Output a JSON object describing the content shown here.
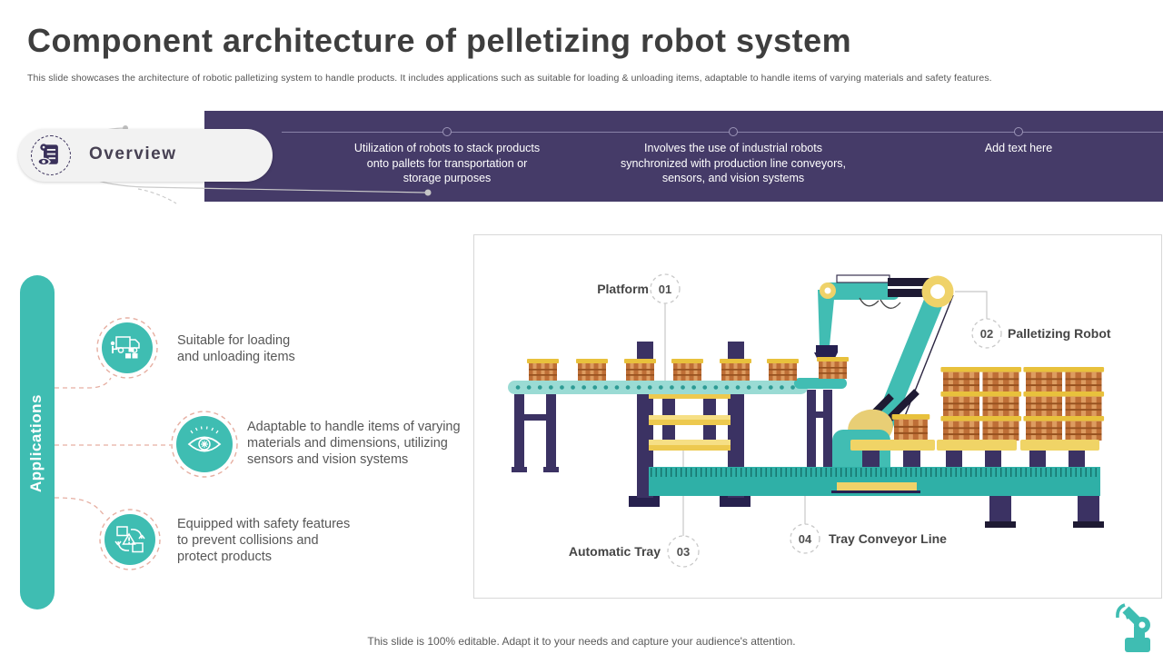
{
  "header": {
    "title": "Component architecture of pelletizing robot system",
    "subtitle": "This slide showcases the architecture of robotic palletizing system to handle products. It includes applications such as suitable for loading & unloading items, adaptable to handle items of varying materials and safety features."
  },
  "overview": {
    "label": "Overview",
    "icon": "scroll-eye-icon"
  },
  "banner": {
    "bg_color": "#453B68",
    "items": [
      {
        "text": "Utilization of robots to stack products onto pallets for transportation or storage purposes"
      },
      {
        "text": "Involves the use of industrial robots synchronized with production line conveyors, sensors, and vision systems"
      },
      {
        "text": "Add text here"
      }
    ]
  },
  "applications": {
    "label": "Applications",
    "items": [
      {
        "icon": "truck-loading-icon",
        "text": "Suitable for loading and unloading items"
      },
      {
        "icon": "vision-eye-icon",
        "text": "Adaptable to handle items of varying materials and dimensions, utilizing sensors and vision systems"
      },
      {
        "icon": "safety-boxes-icon",
        "text": "Equipped with safety features to prevent collisions and protect products"
      }
    ]
  },
  "diagram": {
    "labels": [
      {
        "number": "01",
        "label": "Platform"
      },
      {
        "number": "02",
        "label": "Palletizing Robot"
      },
      {
        "number": "03",
        "label": "Automatic Tray"
      },
      {
        "number": "04",
        "label": "Tray Conveyor Line"
      }
    ]
  },
  "footer": {
    "text": "This slide is 100% editable. Adapt it to your needs and capture your audience's attention."
  },
  "colors": {
    "teal": "#3FBDB2",
    "banner_purple": "#453B68",
    "post_purple": "#3B3263",
    "yellow": "#EFD269",
    "barrel_brown": "#BE6E36",
    "dashed_salmon": "#E6AFA2"
  }
}
